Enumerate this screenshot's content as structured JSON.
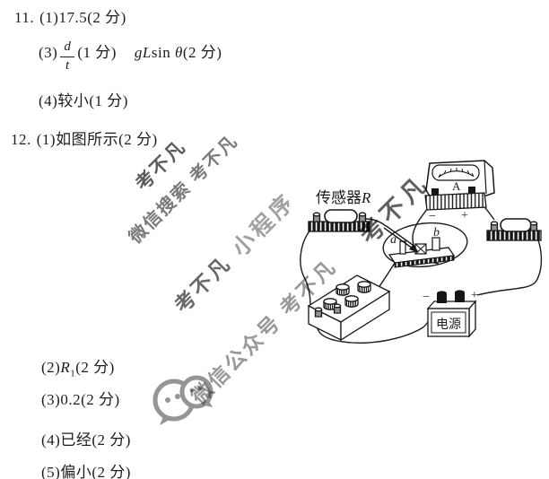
{
  "q11": {
    "label": "11.",
    "p1": "(1)17.5(2 分)",
    "p3_open": "(3)",
    "p3_num": "d",
    "p3_den": "t",
    "p3_score1": "(1 分)",
    "p3_g": "g",
    "p3_L": "L",
    "p3_sin": "sin ",
    "p3_theta": "θ",
    "p3_score2": "(2 分)",
    "p4": "(4)较小(1 分)"
  },
  "q12": {
    "label": "12.",
    "p1": "(1)如图所示(2 分)",
    "p2_open": "(2)",
    "p2_R": "R",
    "p2_sub": "1",
    "p2_score": "(2 分)",
    "p3": "(3)0.2(2 分)",
    "p4": "(4)已经(2 分)",
    "p5": "(5)偏小(2 分)"
  },
  "diagram": {
    "sensor_label_cn": "传感器",
    "sensor_label_R": "R",
    "ammeter_letter": "A",
    "ammeter_minus": "−",
    "ammeter_plus": "+",
    "switch_a": "a",
    "switch_b": "b",
    "power_minus": "−",
    "power_plus": "+",
    "power_label": "电源"
  },
  "watermarks": [
    {
      "text": "考不凡"
    },
    {
      "text": "微信搜索 考不凡"
    },
    {
      "text": "考不凡"
    },
    {
      "text": "小程序"
    },
    {
      "text": "微信公众号 考不凡"
    },
    {
      "text": "考不凡"
    }
  ],
  "icons": {
    "wechat": "wechat-chat-bubbles-logo"
  },
  "colors": {
    "ink": "#1c1c1c",
    "watermark_gray": "#8a8a8a"
  }
}
